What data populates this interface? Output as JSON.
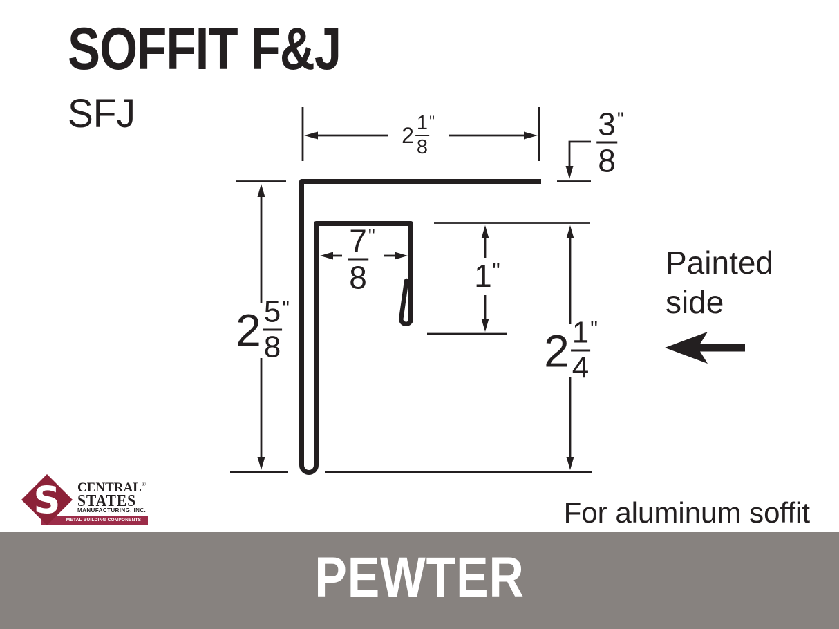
{
  "page": {
    "background": "#ffffff",
    "ink_color": "#231f20"
  },
  "header": {
    "title": "SOFFIT F&J",
    "product_code": "SFJ"
  },
  "diagram": {
    "dimensions": {
      "top_width": {
        "whole": "2",
        "numerator": "1",
        "denominator": "8",
        "unit": "\""
      },
      "end_offset": {
        "numerator": "3",
        "denominator": "8",
        "unit": "\""
      },
      "channel_opening": {
        "numerator": "7",
        "denominator": "8",
        "unit": "\""
      },
      "hook_depth": {
        "whole": "1",
        "unit": "\""
      },
      "height_right": {
        "whole": "2",
        "numerator": "1",
        "denominator": "4",
        "unit": "\""
      },
      "height_left": {
        "whole": "2",
        "numerator": "5",
        "denominator": "8",
        "unit": "\""
      }
    },
    "painted_side_label": "Painted side",
    "note": "For aluminum soffit"
  },
  "logo": {
    "monogram": "S",
    "line1": "CENTRAL",
    "registered": "®",
    "line2": "STATES",
    "line3": "MANUFACTURING, INC.",
    "banner": "METAL BUILDING COMPONENTS",
    "brand_color": "#8c2238",
    "banner_color": "#9c2c49"
  },
  "color_band": {
    "name": "PEWTER",
    "color": "#87827f",
    "text_color": "#ffffff"
  }
}
